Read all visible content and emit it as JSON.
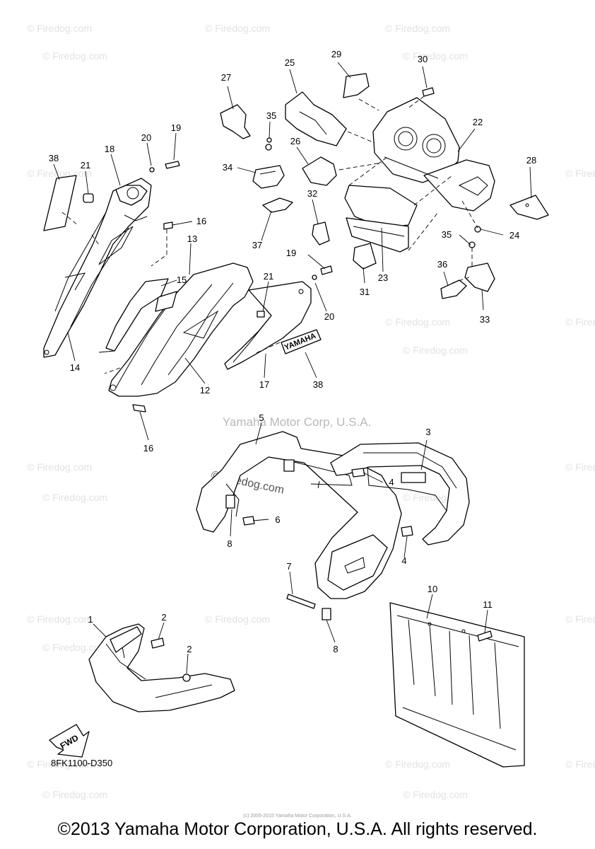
{
  "diagram": {
    "code": "8FK1100-D350",
    "center_text": "Yamaha Motor Corp, U.S.A.",
    "fwd_label": "FWD",
    "decal_text": "YAMAHA",
    "watermark": "© Firedog.com",
    "watermark_large": "© Firedog.com",
    "callouts": {
      "c1": "1",
      "c2a": "2",
      "c2b": "2",
      "c3": "3",
      "c4a": "4",
      "c4b": "4",
      "c5": "5",
      "c6": "6",
      "c7": "7",
      "c8a": "8",
      "c8b": "8",
      "c10": "10",
      "c11": "11",
      "c12": "12",
      "c13": "13",
      "c14": "14",
      "c15": "15",
      "c16a": "16",
      "c16b": "16",
      "c17": "17",
      "c18": "18",
      "c19a": "19",
      "c19b": "19",
      "c20a": "20",
      "c20b": "20",
      "c21a": "21",
      "c21b": "21",
      "c22": "22",
      "c23": "23",
      "c24": "24",
      "c25": "25",
      "c26": "26",
      "c27": "27",
      "c28": "28",
      "c29": "29",
      "c30": "30",
      "c31": "31",
      "c32": "32",
      "c33": "33",
      "c34": "34",
      "c35a": "35",
      "c35b": "35",
      "c36": "36",
      "c37": "37",
      "c38a": "38",
      "c38b": "38"
    }
  },
  "footer": {
    "copyright": "©2013 Yamaha Motor Corporation, U.S.A. All rights reserved.",
    "small_print": "(c) 2005-2015 Yamaha Motor Corporation, U.S.A."
  }
}
